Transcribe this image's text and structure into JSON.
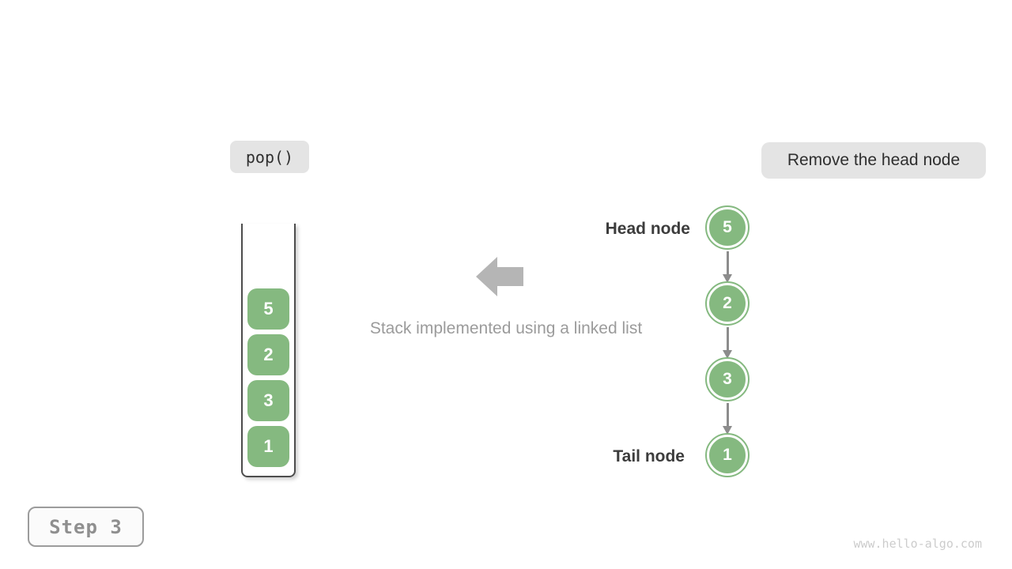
{
  "colors": {
    "node_green": "#85b980",
    "badge_bg": "#e4e4e4",
    "arrow_gray": "#8c8c8c",
    "block_arrow_gray": "#b5b5b5",
    "dark_label": "#3c3c3c",
    "muted_caption": "#9b9b9b",
    "watermark_gray": "#cccccc"
  },
  "operation_badge": {
    "label": "pop()"
  },
  "action_badge": {
    "label": "Remove the head node"
  },
  "stack": {
    "items": [
      "5",
      "2",
      "3",
      "1"
    ]
  },
  "center": {
    "arrow_icon": "left-block-arrow",
    "caption": "Stack implemented using a linked list"
  },
  "linked_list": {
    "head_label": "Head node",
    "tail_label": "Tail node",
    "nodes": [
      "5",
      "2",
      "3",
      "1"
    ]
  },
  "step_badge": {
    "label": "Step 3"
  },
  "watermark": {
    "label": "www.hello-algo.com"
  }
}
